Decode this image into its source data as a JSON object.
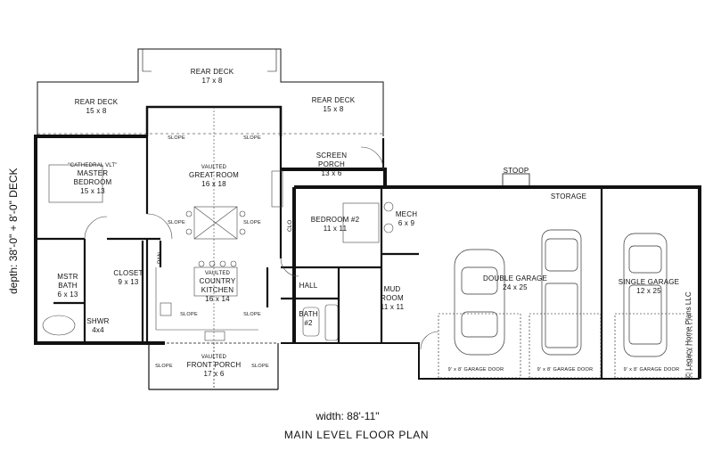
{
  "rooms": {
    "rear_deck_center": {
      "name": "REAR DECK",
      "size": "17 x 8"
    },
    "rear_deck_left": {
      "name": "REAR DECK",
      "size": "15 x 8"
    },
    "rear_deck_right": {
      "name": "REAR DECK",
      "size": "15 x 8"
    },
    "master_bedroom": {
      "note": "\"CATHEDRAL VLT\"",
      "name": "MASTER",
      "name2": "BEDROOM",
      "size": "15 x 13"
    },
    "great_room": {
      "note": "VAULTED",
      "name": "GREAT ROOM",
      "size": "16 x 18"
    },
    "screen_porch": {
      "name": "SCREEN",
      "name2": "PORCH",
      "size": "13 x 6"
    },
    "bedroom2": {
      "name": "BEDROOM #2",
      "size": "11 x 11"
    },
    "clo": {
      "name": "CLO"
    },
    "mech": {
      "name": "MECH",
      "size": "6 x 9"
    },
    "storage": {
      "name": "STORAGE"
    },
    "stoop": {
      "name": "STOOP"
    },
    "pan": {
      "name": "PAN"
    },
    "mstr_bath": {
      "name": "MSTR",
      "name2": "BATH",
      "size": "6 x 13"
    },
    "closet": {
      "name": "CLOSET",
      "size": "9 x 13"
    },
    "country_kitchen": {
      "note": "VAULTED",
      "name": "COUNTRY",
      "name2": "KITCHEN",
      "size": "16 x 14"
    },
    "hall": {
      "name": "HALL"
    },
    "mud_room": {
      "name": "MUD",
      "name2": "ROOM",
      "size": "11 x 11"
    },
    "bath2": {
      "name": "BATH",
      "name2": "#2"
    },
    "shwr": {
      "name": "SHWR",
      "size": "4x4"
    },
    "double_garage": {
      "name": "DOUBLE GARAGE",
      "size": "24 x 25"
    },
    "single_garage": {
      "name": "SINGLE GARAGE",
      "size": "12 x 25"
    },
    "front_porch": {
      "note": "VAULTED",
      "name": "FRONT PORCH",
      "size": "17 x 6"
    }
  },
  "garage_doors": [
    "9' x 8' GARAGE DOOR",
    "9' x 8' GARAGE DOOR",
    "9' x 8' GARAGE DOOR"
  ],
  "slope_labels": [
    "SLOPE",
    "SLOPE",
    "SLOPE",
    "SLOPE",
    "SLOPE",
    "SLOPE",
    "SLOPE",
    "SLOPE"
  ],
  "width_label": "width: 88'-11\"",
  "depth_label": "depth: 38'-0\" + 8'-0\" DECK",
  "plan_title": "MAIN LEVEL FLOOR PLAN",
  "copyright": "© Legacy Home Plans LLC"
}
